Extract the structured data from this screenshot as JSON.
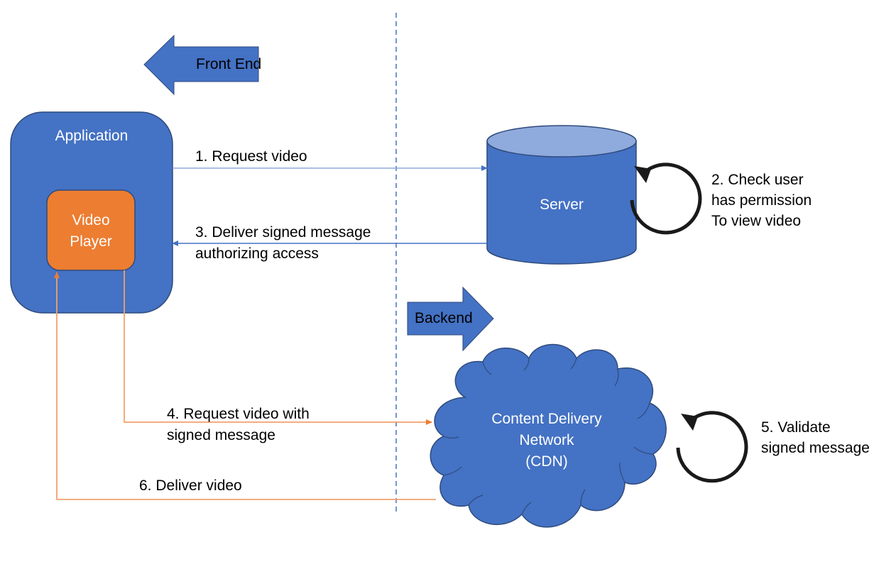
{
  "colors": {
    "primary_blue": "#4472C4",
    "blue_outline": "#2F4B7C",
    "server_top": "#8FAADC",
    "orange": "#ED7D31",
    "orange_line": "#F4A06C",
    "blue_line": "#5B8BD6",
    "loop_arrow": "#1A1A1A",
    "divider": "#4472C4"
  },
  "zones": {
    "front_end_label": "Front End",
    "backend_label": "Backend"
  },
  "nodes": {
    "application": "Application",
    "video_player": "Video\nPlayer",
    "server": "Server",
    "cdn": "Content Delivery\nNetwork\n(CDN)"
  },
  "steps": [
    {
      "id": 1,
      "text": "1. Request video",
      "from": "application",
      "to": "server",
      "color": "blue"
    },
    {
      "id": 2,
      "text": "2. Check user\nhas permission\nTo view video",
      "from": "server",
      "to": "server",
      "color": "black"
    },
    {
      "id": 3,
      "text": "3. Deliver signed message\nauthorizing access",
      "from": "server",
      "to": "application",
      "color": "blue"
    },
    {
      "id": 4,
      "text": "4. Request video with\nsigned message",
      "from": "video_player",
      "to": "cdn",
      "color": "orange"
    },
    {
      "id": 5,
      "text": "5. Validate\nsigned message",
      "from": "cdn",
      "to": "cdn",
      "color": "black"
    },
    {
      "id": 6,
      "text": "6. Deliver video",
      "from": "cdn",
      "to": "video_player",
      "color": "orange"
    }
  ]
}
